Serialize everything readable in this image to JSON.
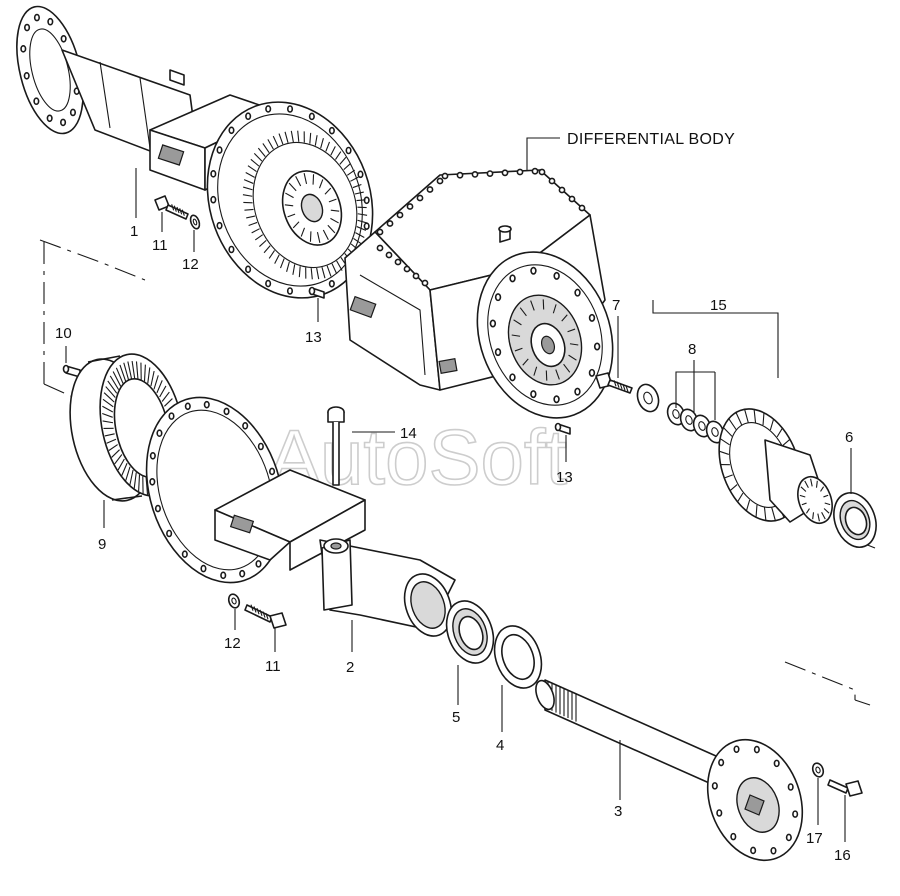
{
  "watermark": "AutoSoft",
  "title_label": "DIFFERENTIAL BODY",
  "callouts": {
    "p1": "1",
    "p2": "2",
    "p3": "3",
    "p4": "4",
    "p5": "5",
    "p6": "6",
    "p7": "7",
    "p8": "8",
    "p9": "9",
    "p10": "10",
    "p11a": "11",
    "p11b": "11",
    "p12a": "12",
    "p12b": "12",
    "p13a": "13",
    "p13b": "13",
    "p14": "14",
    "p15": "15",
    "p16": "16",
    "p17": "17"
  }
}
